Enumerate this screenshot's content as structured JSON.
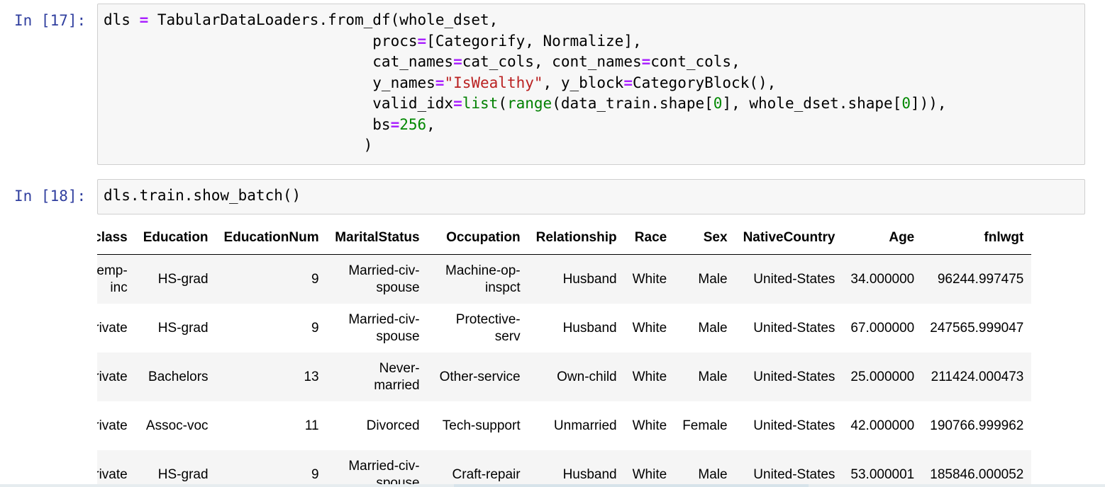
{
  "cell17": {
    "prompt": "In [17]:",
    "lines": [
      [
        [
          "t",
          "dls "
        ],
        [
          "eq",
          "="
        ],
        [
          "t",
          " TabularDataLoaders.from_df(whole_dset,"
        ]
      ],
      [
        [
          "t",
          "                              procs"
        ],
        [
          "eq",
          "="
        ],
        [
          "t",
          "[Categorify, Normalize],"
        ]
      ],
      [
        [
          "t",
          "                              cat_names"
        ],
        [
          "eq",
          "="
        ],
        [
          "t",
          "cat_cols, cont_names"
        ],
        [
          "eq",
          "="
        ],
        [
          "t",
          "cont_cols,"
        ]
      ],
      [
        [
          "t",
          "                              y_names"
        ],
        [
          "eq",
          "="
        ],
        [
          "str",
          "\"IsWealthy\""
        ],
        [
          "t",
          ", y_block"
        ],
        [
          "eq",
          "="
        ],
        [
          "t",
          "CategoryBlock(),"
        ]
      ],
      [
        [
          "t",
          "                              valid_idx"
        ],
        [
          "eq",
          "="
        ],
        [
          "fn",
          "list"
        ],
        [
          "t",
          "("
        ],
        [
          "fn",
          "range"
        ],
        [
          "t",
          "(data_train.shape["
        ],
        [
          "num",
          "0"
        ],
        [
          "t",
          "], whole_dset.shape["
        ],
        [
          "num",
          "0"
        ],
        [
          "t",
          "])),"
        ]
      ],
      [
        [
          "t",
          "                              bs"
        ],
        [
          "eq",
          "="
        ],
        [
          "num",
          "256"
        ],
        [
          "t",
          ","
        ]
      ],
      [
        [
          "t",
          "                             )"
        ]
      ]
    ]
  },
  "cell18": {
    "prompt": "In [18]:",
    "code": "dls.train.show_batch()"
  },
  "table": {
    "columns": [
      "Workclass",
      "Education",
      "EducationNum",
      "MaritalStatus",
      "Occupation",
      "Relationship",
      "Race",
      "Sex",
      "NativeCountry",
      "Age",
      "fnlwgt"
    ],
    "rows": [
      [
        "Self-emp-inc",
        "HS-grad",
        "9",
        "Married-civ-spouse",
        "Machine-op-inspct",
        "Husband",
        "White",
        "Male",
        "United-States",
        "34.000000",
        "96244.997475"
      ],
      [
        "Private",
        "HS-grad",
        "9",
        "Married-civ-spouse",
        "Protective-serv",
        "Husband",
        "White",
        "Male",
        "United-States",
        "67.000000",
        "247565.999047"
      ],
      [
        "Private",
        "Bachelors",
        "13",
        "Never-married",
        "Other-service",
        "Own-child",
        "White",
        "Male",
        "United-States",
        "25.000000",
        "211424.000473"
      ],
      [
        "Private",
        "Assoc-voc",
        "11",
        "Divorced",
        "Tech-support",
        "Unmarried",
        "White",
        "Female",
        "United-States",
        "42.000000",
        "190766.999962"
      ],
      [
        "Private",
        "HS-grad",
        "9",
        "Married-civ-spouse",
        "Craft-repair",
        "Husband",
        "White",
        "Male",
        "United-States",
        "53.000001",
        "185846.000052"
      ]
    ]
  }
}
